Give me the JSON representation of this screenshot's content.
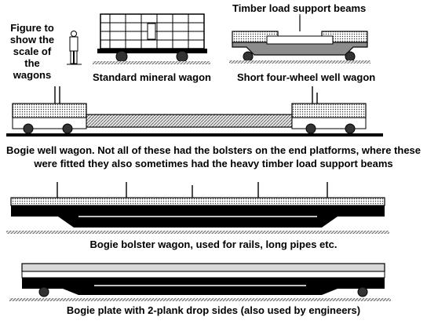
{
  "captions": {
    "figure_scale": "Figure to show the scale of the wagons",
    "timber_beams": "Timber load support beams",
    "standard_mineral": "Standard mineral wagon",
    "short_well": "Short four-wheel well wagon",
    "bogie_well": "Bogie well wagon. Not all of these had the bolsters on the end platforms, where these were fitted they also sometimes had the heavy timber load support beams",
    "bogie_bolster": "Bogie bolster wagon, used for rails, long pipes etc.",
    "bogie_plate": "Bogie plate with 2-plank drop sides (also used by engineers)"
  },
  "colors": {
    "ink": "#000000",
    "paper": "#ffffff",
    "shade": "#8c8c8c",
    "light": "#d8d8d8"
  }
}
